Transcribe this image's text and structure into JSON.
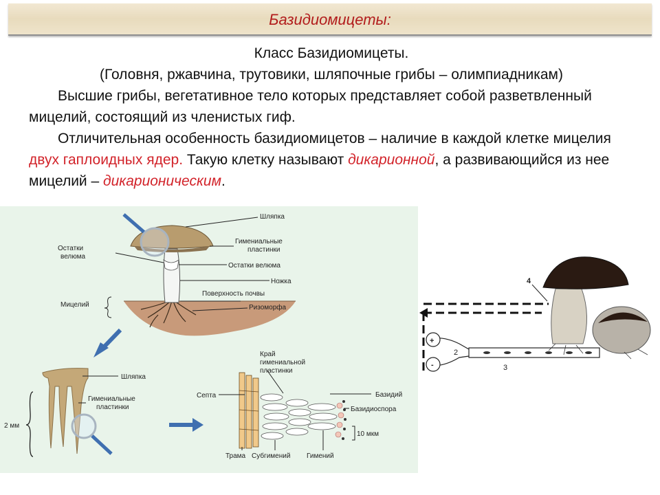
{
  "header": {
    "title": "Базидиомицеты:"
  },
  "text": {
    "class_title": "Класс Базидиомицеты.",
    "examples": "(Головня, ржавчина, трутовики, шляпочные грибы – олимпиадникам)",
    "p1": "Высшие грибы, вегетативное тело которых представляет собой разветвленный мицелий, состоящий из членистых гиф.",
    "p2_a": "Отличительная особенность базидиомицетов – наличие в каждой клетке мицелия ",
    "p2_b": "двух гаплоидных ядер.",
    "p2_c": " Такую клетку называют ",
    "p2_d": "дикарионной",
    "p2_e": ", а развивающийся из нее мицелий – ",
    "p2_f": "дикарионическим",
    "p2_g": "."
  },
  "diagram": {
    "mushroom_labels": {
      "cap": "Шляпка",
      "velum_left_1": "Остатки",
      "velum_left_2": "велюма",
      "gills_1": "Гимениальные",
      "gills_2": "пластинки",
      "velum_right": "Остатки велюма",
      "stem": "Ножка",
      "soil": "Поверхность почвы",
      "mycelium": "Мицелий",
      "rhizomorph": "Ризоморфа"
    },
    "section_labels": {
      "cap": "Шляпка",
      "gills_1": "Гимениальные",
      "gills_2": "пластинки",
      "scale": "2 мм"
    },
    "micro_labels": {
      "edge_1": "Край",
      "edge_2": "гимениальной",
      "edge_3": "пластинки",
      "septum": "Септа",
      "basidium": "Базидий",
      "basidiospore": "Базидиоспора",
      "scale": "10 мкм",
      "trama": "Трама",
      "subhymenium": "Субгимений",
      "hymenium": "Гимений"
    }
  },
  "lifecycle": {
    "plus": "+",
    "minus": "-",
    "n2": "2",
    "n3": "3",
    "n4": "4"
  },
  "colors": {
    "title": "#b21c1c",
    "accent_red": "#d2232a",
    "panel_bg": "#e9f4ea",
    "arrow_blue": "#3f6fb0",
    "cap_brown": "#b89c6e"
  }
}
